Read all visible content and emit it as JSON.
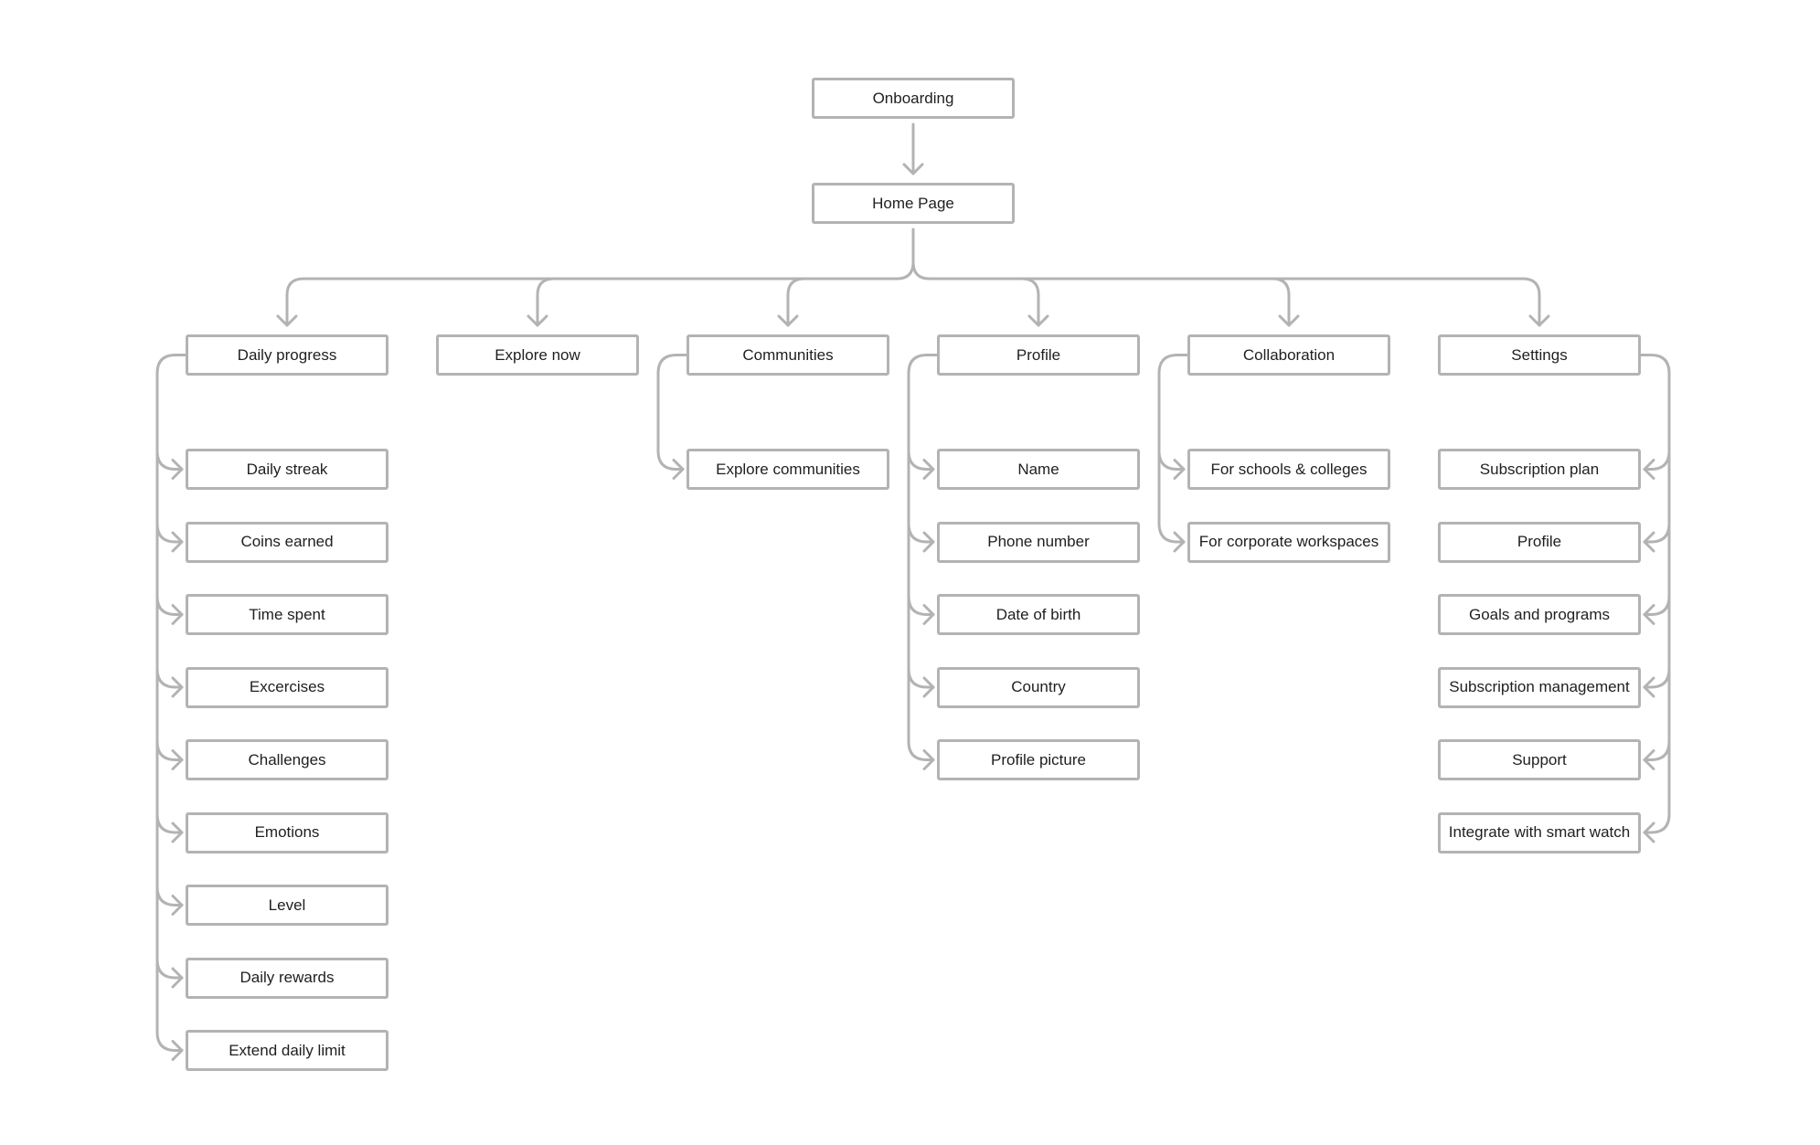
{
  "colors": {
    "line": "#b3b3b3",
    "border": "#b3b3b3",
    "text": "#1f1f1f",
    "background": "#ffffff"
  },
  "diagram": {
    "root": "Onboarding",
    "home": "Home Page",
    "branches": [
      {
        "id": "daily-progress",
        "label": "Daily progress",
        "side": "left",
        "children": [
          "Daily streak",
          "Coins earned",
          "Time spent",
          "Excercises",
          "Challenges",
          "Emotions",
          "Level",
          "Daily rewards",
          "Extend daily limit"
        ]
      },
      {
        "id": "explore-now",
        "label": "Explore now",
        "side": "none",
        "children": []
      },
      {
        "id": "communities",
        "label": "Communities",
        "side": "left",
        "children": [
          "Explore communities"
        ]
      },
      {
        "id": "profile",
        "label": "Profile",
        "side": "left",
        "children": [
          "Name",
          "Phone number",
          "Date of birth",
          "Country",
          "Profile picture"
        ]
      },
      {
        "id": "collaboration",
        "label": "Collaboration",
        "side": "left",
        "children": [
          "For schools & colleges",
          "For corporate workspaces"
        ]
      },
      {
        "id": "settings",
        "label": "Settings",
        "side": "right",
        "children": [
          "Subscription plan",
          "Profile",
          "Goals and programs",
          "Subscription management",
          "Support",
          "Integrate with smart watch"
        ]
      }
    ]
  }
}
